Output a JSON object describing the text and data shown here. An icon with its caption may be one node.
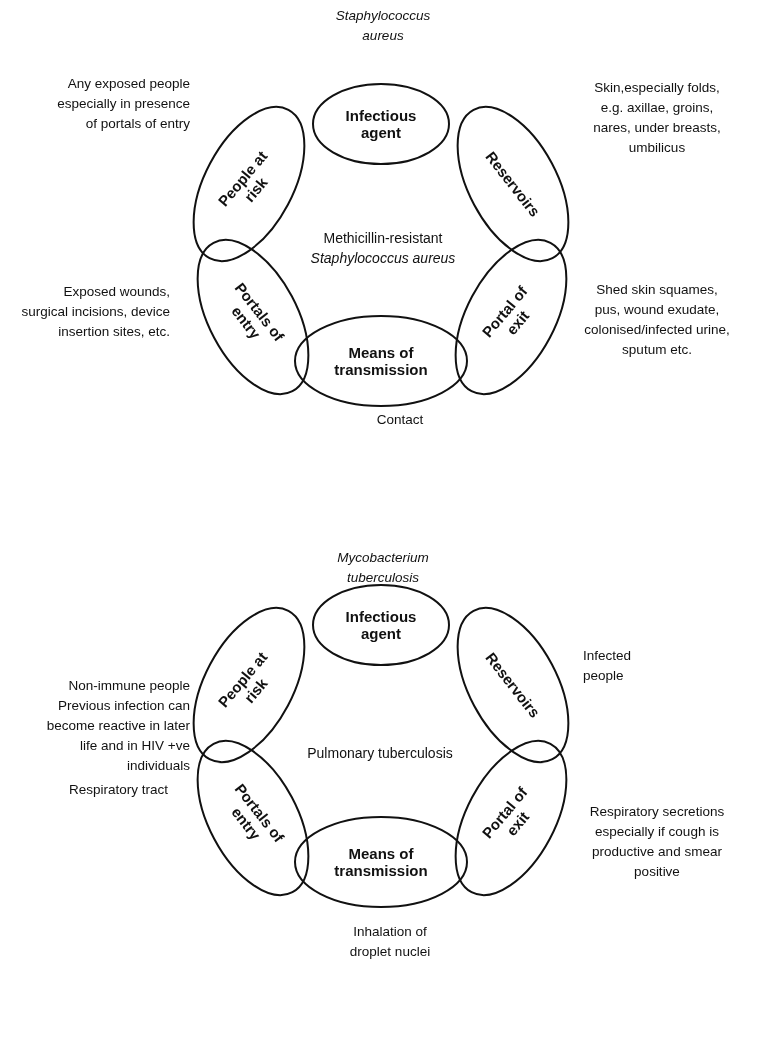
{
  "diagram": {
    "nodes": [
      {
        "text": [
          "Infectious agent"
        ],
        "beside": [
          "Staphylococcus aureus"
        ]
      },
      {
        "text": [
          "Reservoirs"
        ],
        "beside": [
          "Skin,especially folds, e.g. axillae, groins, nares, under breasts, umbilicus"
        ]
      },
      {
        "text": [
          "Portal of exit"
        ],
        "beside": [
          "Shed skin squames, pus, wound exudate, colonised/infected urine, sputum etc."
        ]
      },
      {
        "text": [
          "Means of transmission"
        ],
        "beside": [
          "Contact"
        ]
      },
      {
        "text": [
          "Portals of entry"
        ],
        "beside": [
          "Exposed wounds, surgical incisions, device insertion sites, etc."
        ]
      },
      {
        "text": [
          "People at risk"
        ],
        "beside": [
          "Any exposed people especially in presence of portals of entry"
        ]
      },
      {
        "text": [
          "Infectious agent"
        ],
        "beside": [
          "Mycobacterium tuberculosis"
        ]
      },
      {
        "text": [
          "Reservoirs"
        ],
        "beside": [
          "Infected people"
        ]
      },
      {
        "text": [
          "Portal of exit"
        ],
        "beside": [
          "Respiratory secretions especially if cough is productive and smear positive"
        ]
      },
      {
        "text": [
          "Means of transmission"
        ],
        "beside": [
          "Inhalation of droplet nuclei"
        ]
      },
      {
        "text": [
          "Portals of entry"
        ],
        "beside": [
          "Respiratory tract"
        ]
      },
      {
        "text": [
          "People at risk"
        ],
        "beside": [
          "Non-immune people",
          "Previous infection can become reactive in later life and in HIV +ve individuals"
        ]
      }
    ],
    "labels": [
      "Methicillin-resistant *Staphylococcus aureus*",
      "Pulmonary tuberculosis"
    ]
  }
}
